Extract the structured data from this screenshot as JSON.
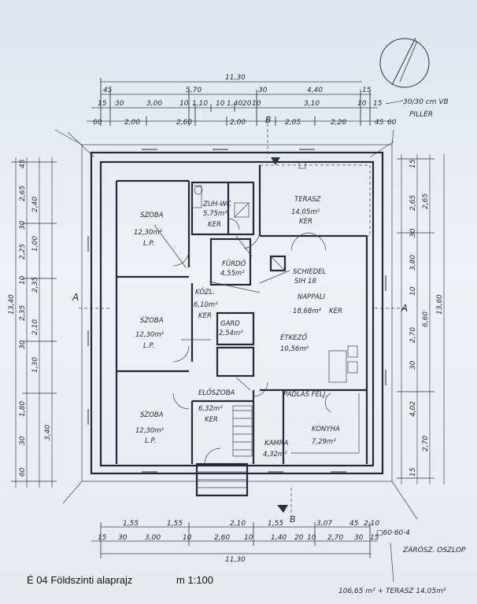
{
  "caption": {
    "left": "É 04 Földszinti alaprajz",
    "scale": "m 1:100",
    "areas": "106,65 m² + TERASZ 14,05m²"
  },
  "notes": {
    "chimney": "30/30 cm VB",
    "pillar": "PILLÉR",
    "threshold": "□60·60·4",
    "wall_ends": "ZÁRÓSZ. OSZLOP"
  },
  "top_dims": {
    "overall": "11,30",
    "row1": [
      "45",
      "5,70",
      "30",
      "4,40",
      "15"
    ],
    "row2": [
      "15",
      "30",
      "3,00",
      "10",
      "1,10",
      "10",
      "1,40",
      "20",
      "10",
      "3,10",
      "10",
      "15"
    ],
    "row3": [
      "60",
      "2,00",
      "2,60",
      "2,00",
      "2,05",
      "2,20",
      "45",
      "60"
    ]
  },
  "bottom_dims": {
    "row1": [
      "1,55",
      "1,55",
      "2,10",
      "1,55",
      "3,07",
      "45",
      "2,10"
    ],
    "row2": [
      "15",
      "30",
      "3,00",
      "10",
      "2,60",
      "10",
      "1,40",
      "20",
      "10",
      "2,70",
      "30",
      "15"
    ],
    "overall": "11,30"
  },
  "side_dims": {
    "left_overall": "13,40",
    "left": [
      "45",
      "2,65",
      "30",
      "2,25",
      "10",
      "2,35",
      "30",
      "1,80",
      "30",
      "60"
    ],
    "left_inner": [
      "2,40",
      "1,00",
      "2,35",
      "2,10",
      "1,30",
      "3,40"
    ],
    "right_overall": "13,60",
    "right": [
      "15",
      "2,65",
      "30",
      "3,80",
      "10",
      "2,70",
      "30",
      "4,02",
      "15"
    ],
    "right_inner": [
      "2,65",
      "6,60",
      "2,70"
    ]
  },
  "rooms": [
    {
      "name": "SZOBA",
      "area": "12,30m²",
      "floor": "L.P."
    },
    {
      "name": "SZOBA",
      "area": "12,30m²",
      "floor": "L.P."
    },
    {
      "name": "SZOBA",
      "area": "12,30m²",
      "floor": "L.P."
    },
    {
      "name": "ZUH-WC",
      "area": "5,75m²",
      "floor": "KER"
    },
    {
      "name": "FÜRDŐ",
      "area": "4,55m²",
      "floor": ""
    },
    {
      "name": "KÖZL.",
      "area": "6,10m²",
      "floor": "KER"
    },
    {
      "name": "GARD",
      "area": "2,54m²",
      "floor": ""
    },
    {
      "name": "TERASZ",
      "area": "14,05m²",
      "floor": "KER"
    },
    {
      "name": "NAPPALI",
      "area": "18,68m²",
      "floor": "KER"
    },
    {
      "name": "ÉTKEZŐ",
      "area": "10,56m²",
      "floor": ""
    },
    {
      "name": "KONYHA",
      "area": "7,29m²",
      "floor": ""
    },
    {
      "name": "KAMRA",
      "area": "4,32m²",
      "floor": ""
    },
    {
      "name": "ELŐSZOBA",
      "area": "6,32m²",
      "floor": "KER"
    }
  ],
  "labels": {
    "chimney_tag": "SCHIEDEL",
    "chimney_size": "SIH 18",
    "section_a": "A",
    "section_b": "B",
    "stair_label": "PADLÁS FELJ.",
    "cellar": "L.P."
  }
}
